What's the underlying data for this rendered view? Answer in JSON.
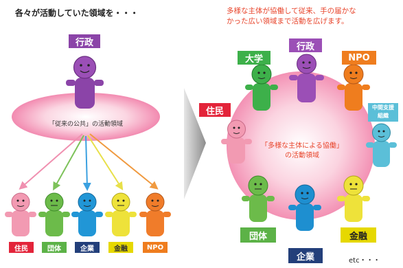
{
  "left": {
    "caption": "各々が活動していた領域を・・・",
    "top_actor": "行政",
    "ellipse_label": "「従来の公共」の活動領域",
    "actors": [
      "住民",
      "団体",
      "企業",
      "金融",
      "NPO"
    ]
  },
  "right": {
    "caption_line1": "多様な主体が協働して従来、手の届かな",
    "caption_line2": "かった広い領域まで活動を広げます。",
    "circle_line1": "「多様な主体による協働」",
    "circle_line2": "の活動領域",
    "actors": {
      "daigaku": "大学",
      "gyosei": "行政",
      "npo": "NPO",
      "jumin": "住民",
      "chukan_line1": "中間支援",
      "chukan_line2": "組織",
      "dantai": "団体",
      "kigyo": "企業",
      "kinyu": "金融"
    },
    "etc": "etc・・・"
  },
  "colors": {
    "gyosei": "#9b4fb6",
    "jumin": "#e8505f",
    "dantai": "#5cb247",
    "kigyo": "#1e8fd0",
    "kinyu": "#e8e21a",
    "npo": "#ef7d1e",
    "daigaku": "#3db04a",
    "chukan": "#5bbfd8",
    "kigyo_label": "#233f7a",
    "caption_red": "#e8452c"
  }
}
